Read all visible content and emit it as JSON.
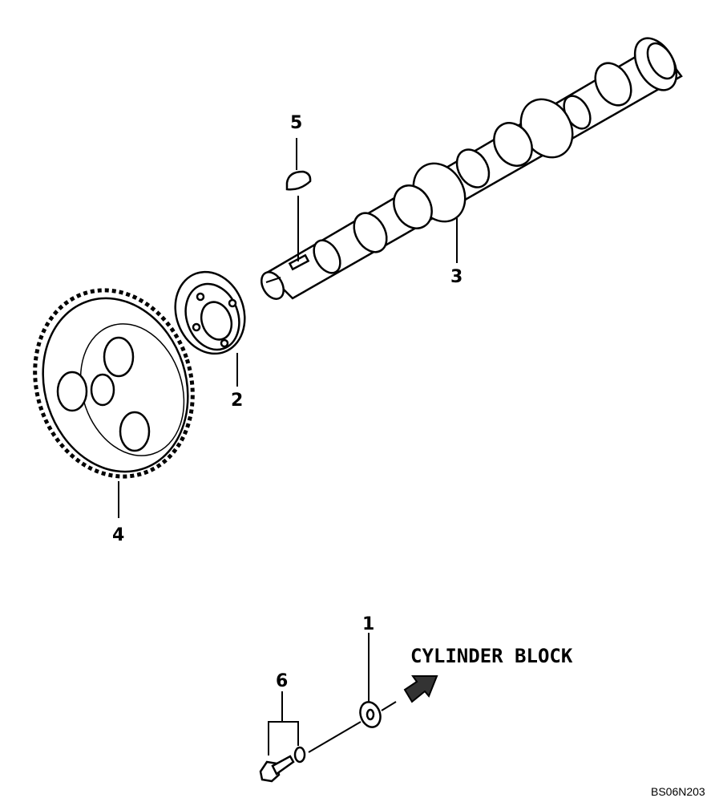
{
  "callouts": {
    "c1": "1",
    "c2": "2",
    "c3": "3",
    "c4": "4",
    "c5": "5",
    "c6": "6"
  },
  "reference_text": "CYLINDER BLOCK",
  "drawing_code": "BS06N203"
}
